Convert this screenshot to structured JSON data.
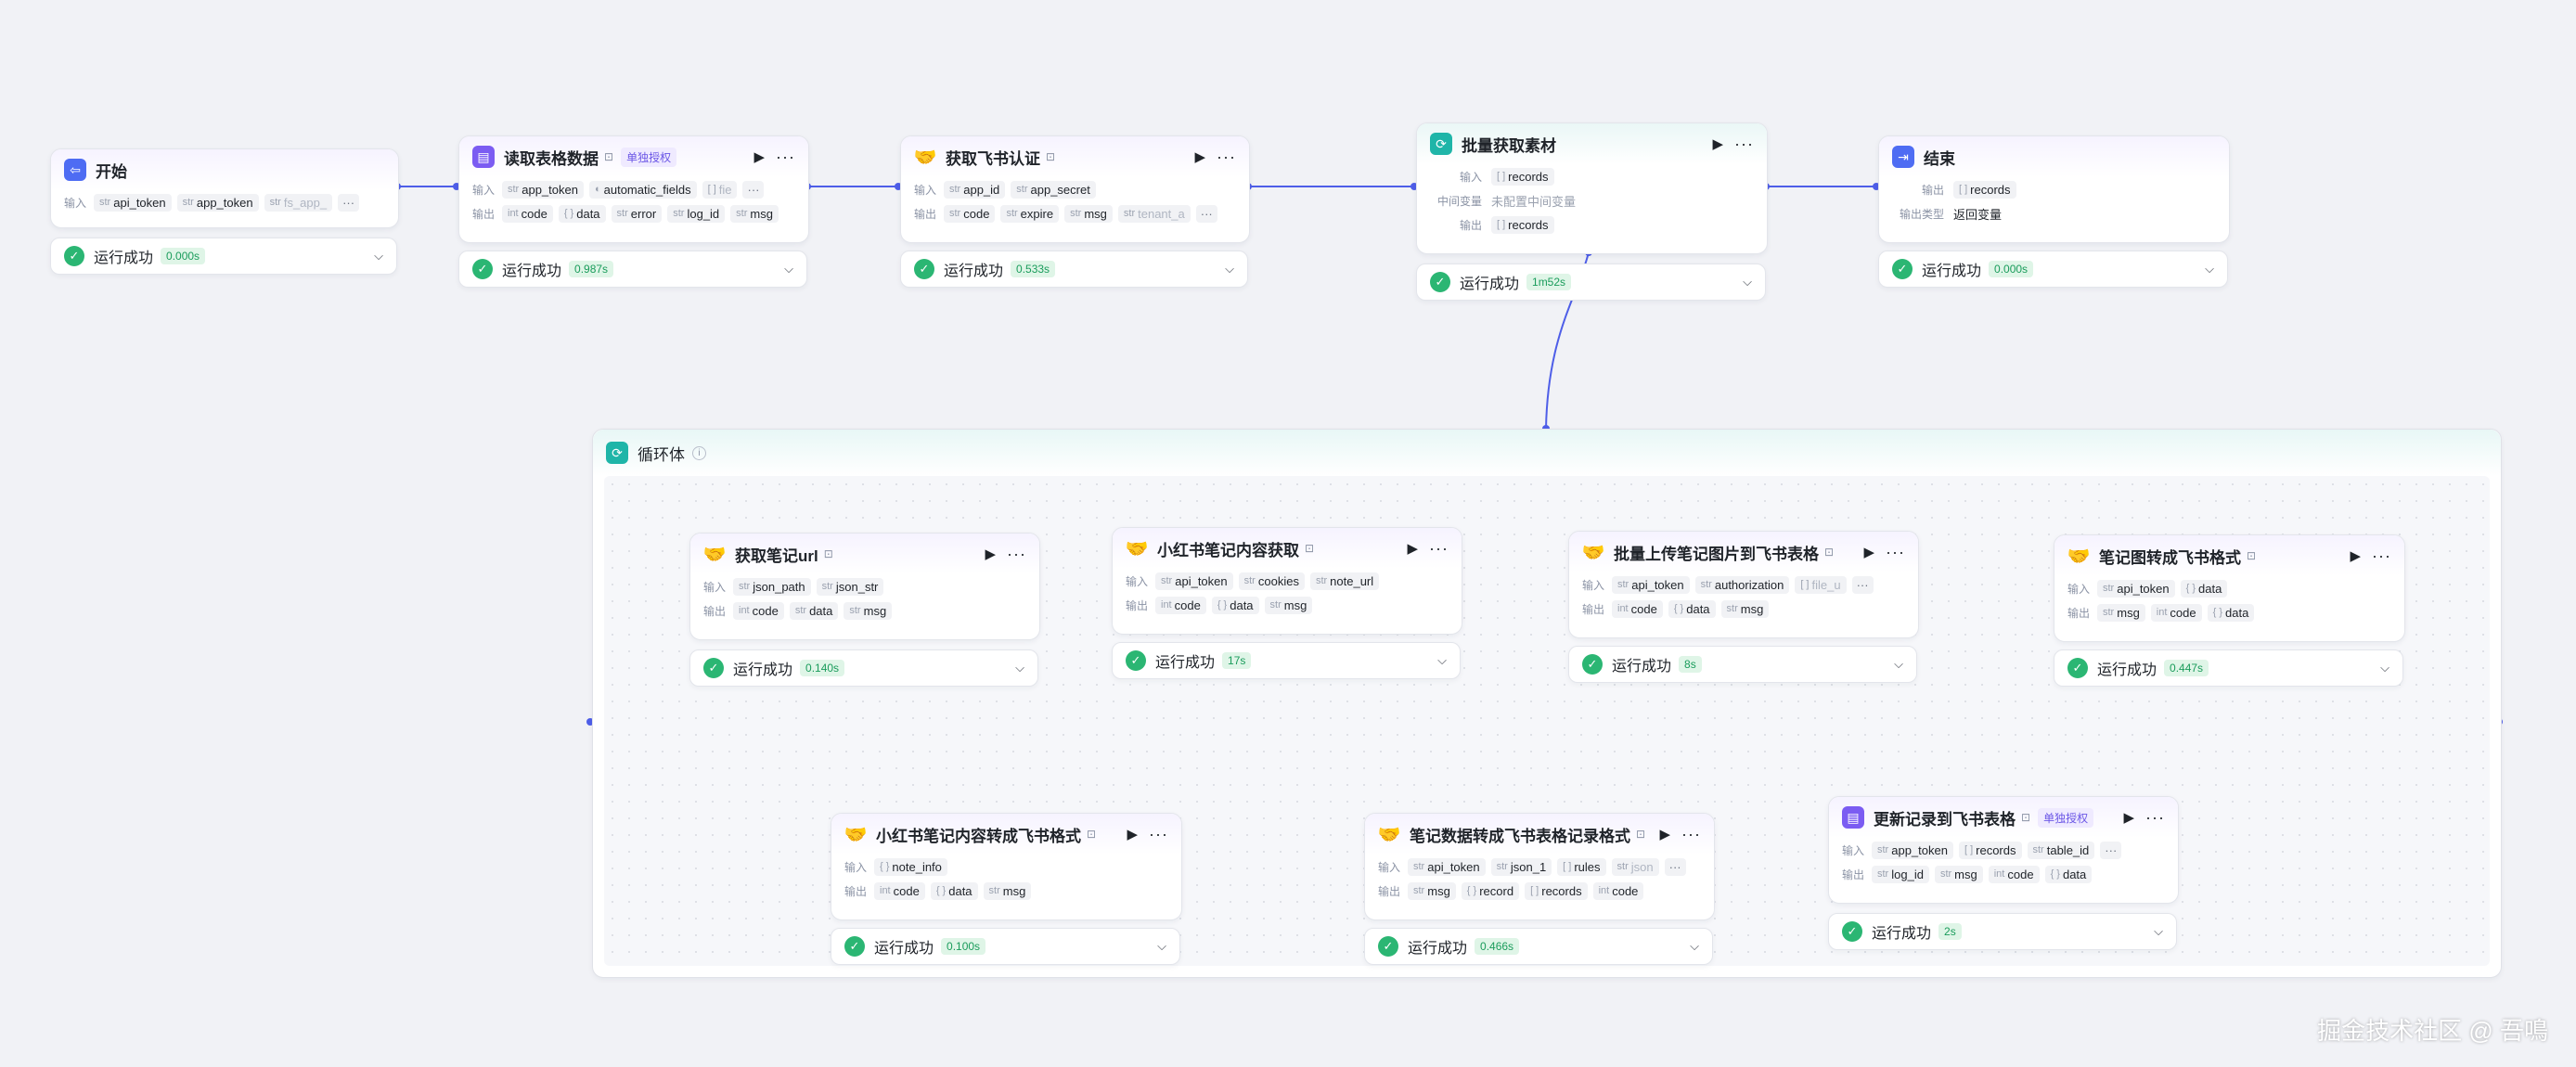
{
  "status_label": "运行成功",
  "labels": {
    "input": "输入",
    "output": "输出",
    "middle": "中间变量",
    "output_type": "输出类型"
  },
  "types": {
    "str": "str",
    "int": "int",
    "obj": "{ }",
    "arr": "[ ]"
  },
  "nodes": {
    "start": {
      "title": "开始",
      "inputs": [
        "api_token",
        "app_token",
        "fs_app_"
      ],
      "time": "0.000s"
    },
    "read_table": {
      "title": "读取表格数据",
      "badge": "单独授权",
      "inputs": [
        "app_token",
        "automatic_fields",
        "fie"
      ],
      "outputs": [
        "code",
        "data",
        "error",
        "log_id",
        "msg"
      ],
      "time": "0.987s"
    },
    "feishu_auth": {
      "title": "获取飞书认证",
      "inputs": [
        "app_id",
        "app_secret"
      ],
      "outputs": [
        "code",
        "expire",
        "msg",
        "tenant_a"
      ],
      "time": "0.533s"
    },
    "batch_fetch": {
      "title": "批量获取素材",
      "input": "records",
      "middle_value": "未配置中间变量",
      "output": "records",
      "time": "1m52s"
    },
    "end": {
      "title": "结束",
      "output": "records",
      "output_type_value": "返回变量",
      "time": "0.000s"
    },
    "loop": {
      "title": "循环体"
    },
    "get_url": {
      "title": "获取笔记url",
      "inputs": [
        "json_path",
        "json_str"
      ],
      "outputs": [
        "code",
        "data",
        "msg"
      ],
      "time": "0.140s"
    },
    "xhs_fetch": {
      "title": "小红书笔记内容获取",
      "inputs": [
        "api_token",
        "cookies",
        "note_url"
      ],
      "outputs": [
        "code",
        "data",
        "msg"
      ],
      "time": "17s"
    },
    "upload_images": {
      "title": "批量上传笔记图片到飞书表格",
      "inputs": [
        "api_token",
        "authorization",
        "file_u"
      ],
      "outputs": [
        "code",
        "data",
        "msg"
      ],
      "time": "8s"
    },
    "note_to_feishu": {
      "title": "笔记图转成飞书格式",
      "inputs": [
        "api_token",
        "data"
      ],
      "outputs": [
        "msg",
        "code",
        "data"
      ],
      "time": "0.447s"
    },
    "xhs_convert": {
      "title": "小红书笔记内容转成飞书格式",
      "inputs": [
        "note_info"
      ],
      "outputs": [
        "code",
        "data",
        "msg"
      ],
      "time": "0.100s"
    },
    "note_records": {
      "title": "笔记数据转成飞书表格记录格式",
      "inputs": [
        "api_token",
        "json_1",
        "rules",
        "json"
      ],
      "outputs": [
        "msg",
        "record",
        "records",
        "code"
      ],
      "time": "0.466s"
    },
    "update_records": {
      "title": "更新记录到飞书表格",
      "badge": "单独授权",
      "inputs": [
        "app_token",
        "records",
        "table_id"
      ],
      "outputs": [
        "log_id",
        "msg",
        "code",
        "data"
      ],
      "time": "2s"
    }
  },
  "watermark": "掘金技术社区 @ 吾鳴",
  "colors": {
    "accent": "#4e5ee8",
    "success": "#2bb673",
    "badge": "#6b56e6"
  }
}
